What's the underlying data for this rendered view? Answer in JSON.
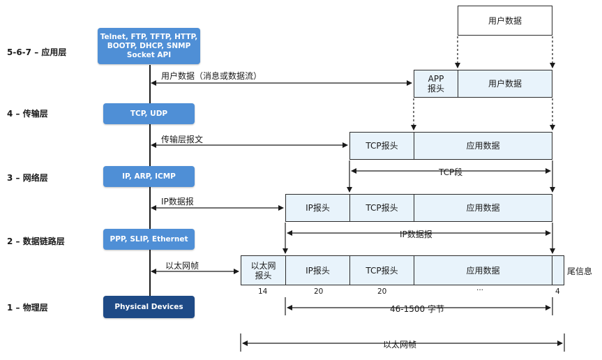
{
  "layers": [
    {
      "label": "5-6-7 – 应用层",
      "protocols": "Telnet, FTP, TFTP, HTTP,\nBOOTP, DHCP, SNMP\nSocket API",
      "arrow_label": "用户数据（消息或数据流）"
    },
    {
      "label": "4 – 传输层",
      "protocols": "TCP, UDP",
      "arrow_label": "传输层报文"
    },
    {
      "label": "3 – 网络层",
      "protocols": "IP, ARP, ICMP",
      "arrow_label": "IP数据报"
    },
    {
      "label": "2 – 数据链路层",
      "protocols": "PPP, SLIP, Ethernet",
      "arrow_label": "以太网帧"
    },
    {
      "label": "1 – 物理层",
      "protocols": "Physical Devices",
      "arrow_label": ""
    }
  ],
  "packets": {
    "user_data": "用户数据",
    "app_header": "APP\n报头",
    "app_data": "用户数据",
    "tcp_header": "TCP报头",
    "tcp_payload": "应用数据",
    "tcp_segment_label": "TCP段",
    "ip_header": "IP报头",
    "ip_tcp_header": "TCP报头",
    "ip_payload": "应用数据",
    "ip_datagram_label": "IP数据报",
    "eth_header": "以太网\n报头",
    "eth_ip_header": "IP报头",
    "eth_tcp_header": "TCP报头",
    "eth_payload": "应用数据",
    "eth_trailer": "尾信息"
  },
  "sizes": {
    "eth_header": "14",
    "ip_header": "20",
    "tcp_header": "20",
    "payload": "···",
    "trailer": "4",
    "ip_range": "46-1500 字节",
    "frame_label": "以太网帧"
  }
}
